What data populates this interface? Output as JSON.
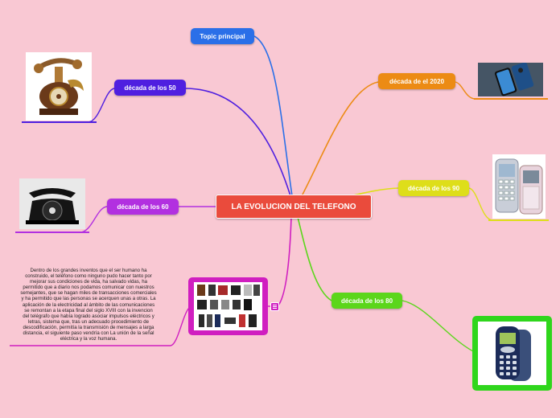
{
  "map": {
    "central": "LA EVOLUCION DEL TELEFONO",
    "topic": "Topic principal",
    "d50": "década de los 50",
    "d60": "década de los 60",
    "d2020": "década de el 2020",
    "d90": "década de los 90",
    "d80": "década de los 80",
    "note_lines": [
      "Dentro de los grandes inventos que el ser humano ha",
      "construido, el teléfono como ninguno pudo hacer tanto por",
      "mejorar sus condiciones de vida, ha salvado vidas, ha",
      "permitido que a diario nos podamos comunicar con nuestros",
      "semejantes, que se hagan miles de transacciones comerciales",
      "y ha permitido que las personas se acerquen unas a otras. La",
      "aplicación de la electricidad al ámbito de las comunicaciones",
      "se remontan a la etapa final del siglo XVIII con la invencion",
      "del telégrafo que había logrado asociar impulsos eléctricos y",
      "letras, sistema que, tras un adecuado procedimiento de",
      "descodificación, permitía la transmisión de mensajes a larga",
      "distancia, el siguiente paso vendría con La unión de la señal",
      "eléctrica y la voz humana."
    ]
  },
  "colors": {
    "background": "#f9c8d3",
    "central": "#ea4b3c",
    "topic": "#2a6fe8",
    "d50": "#4f1fe0",
    "d60": "#b230e0",
    "d2020": "#ec8b14",
    "d90": "#dede1a",
    "d80": "#5bd61b",
    "note": "#d01ec0"
  }
}
